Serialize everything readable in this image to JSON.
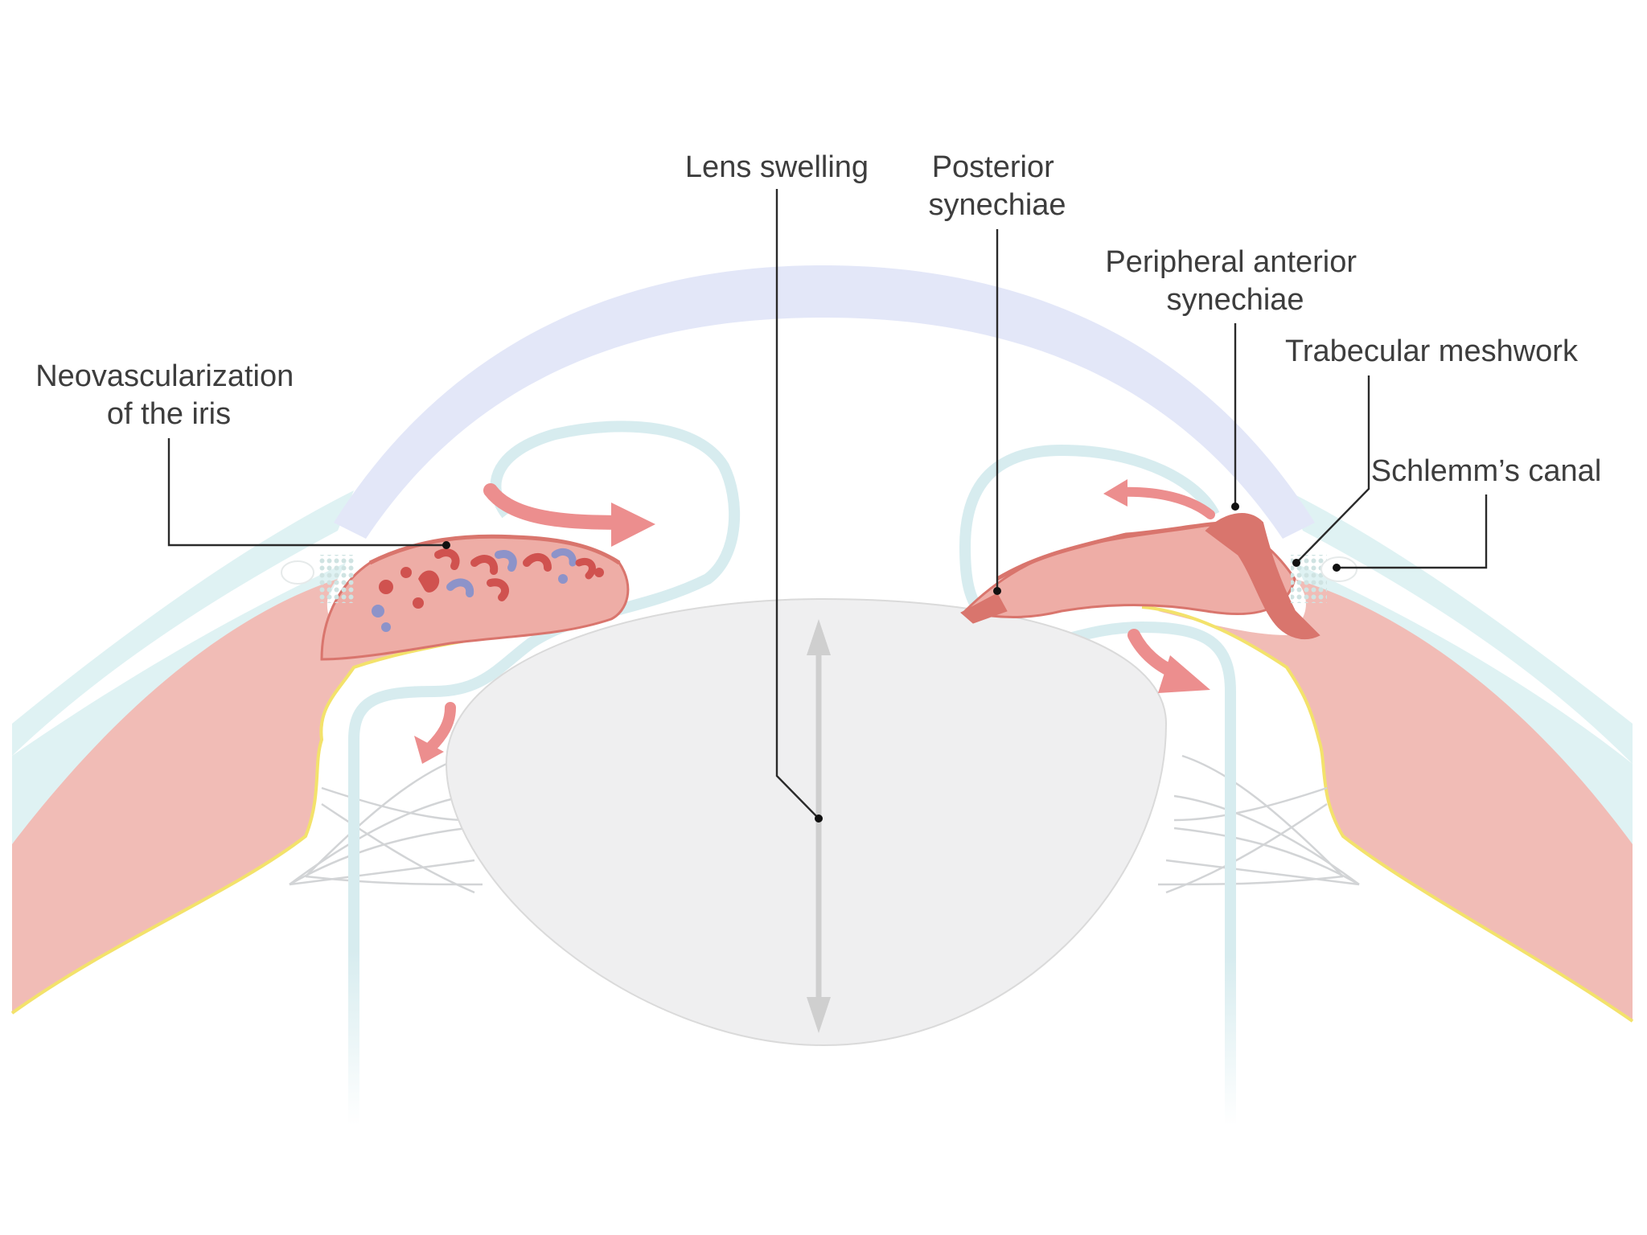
{
  "labels": {
    "lens_swelling": [
      "Lens swelling"
    ],
    "posterior_synechiae": [
      "Posterior",
      "synechiae"
    ],
    "peripheral_anterior_synechiae": [
      "Peripheral anterior",
      "synechiae"
    ],
    "trabecular_meshwork": [
      "Trabecular meshwork"
    ],
    "schlemms_canal": [
      "Schlemm’s canal"
    ],
    "neovascularization": [
      "Neovascularization",
      "of the iris"
    ]
  },
  "colors": {
    "cornea": "#e3e7f8",
    "sclera": "#dff2f3",
    "ciliary_body": "#f1bcb6",
    "iris": "#eeada6",
    "iris_edge": "#d9756d",
    "pigment_line": "#f3e26b",
    "lens": "#efeff0",
    "flow_arrow": "#ec8e8e",
    "vessel_red": "#d0524f",
    "vessel_blue": "#8d93c9",
    "zonule": "#d2d4d6",
    "line": "#2a2a2a"
  },
  "icons": [
    "flow-arrow-icon",
    "double-arrow-icon"
  ]
}
